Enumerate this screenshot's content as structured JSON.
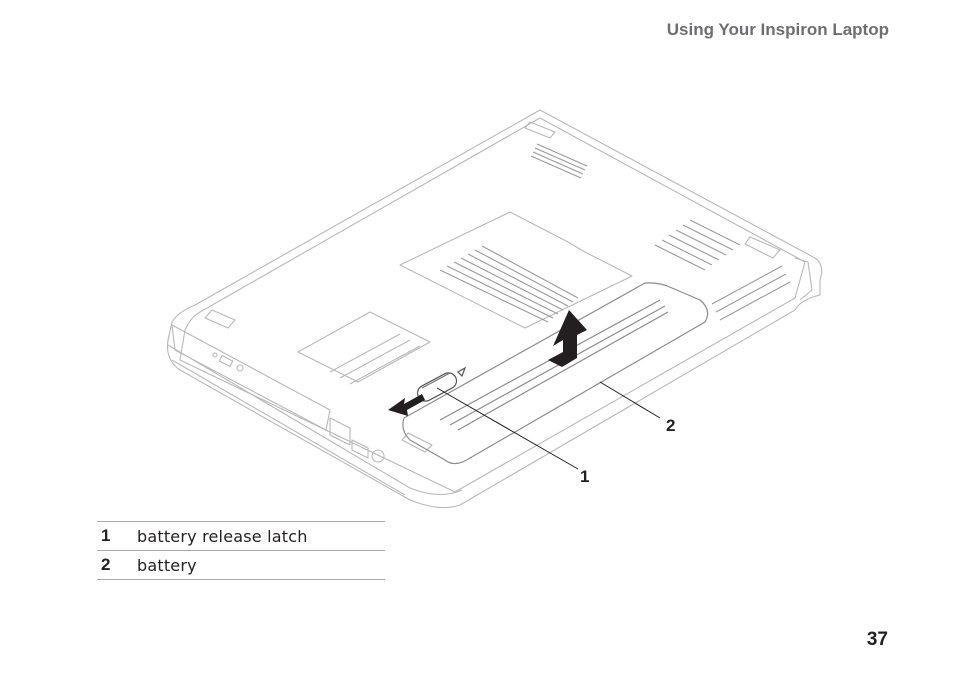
{
  "header": {
    "title": "Using Your Inspiron Laptop"
  },
  "figure": {
    "callouts": [
      "1",
      "2"
    ]
  },
  "legend": {
    "items": [
      {
        "number": "1",
        "label": "battery release latch"
      },
      {
        "number": "2",
        "label": "battery"
      }
    ]
  },
  "footer": {
    "page_number": "37"
  }
}
